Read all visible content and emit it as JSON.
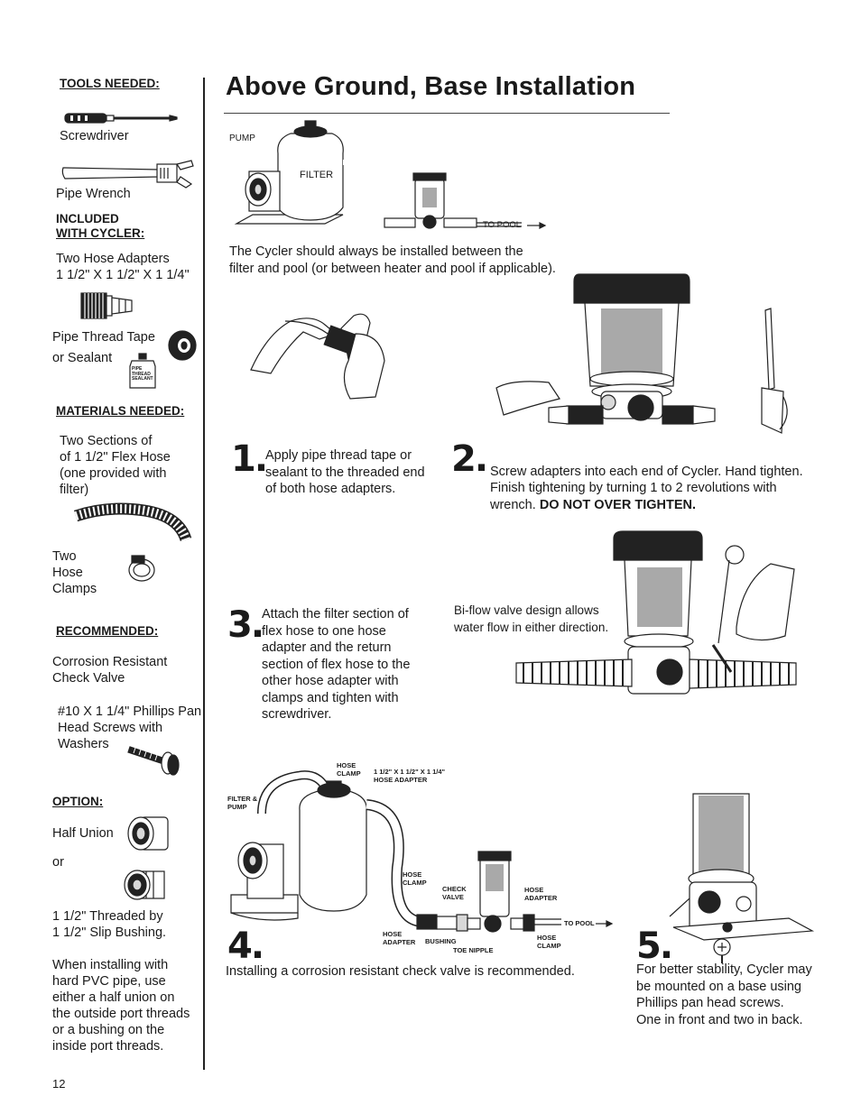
{
  "sidebar": {
    "tools_heading": "TOOLS NEEDED:",
    "screwdriver_label": "Screwdriver",
    "pipe_wrench_label": "Pipe Wrench",
    "included_heading_line1": "INCLUDED",
    "included_heading_line2": "WITH CYCLER:",
    "hose_adapters_text": "Two Hose Adapters\n1 1/2\" X 1 1/2\" X 1 1/4\"",
    "tape_label": "Pipe Thread Tape",
    "sealant_label": "or Sealant",
    "sealant_can_text": "PIPE\nTHREAD\nSEALANT",
    "materials_heading": "MATERIALS NEEDED:",
    "flex_hose_text": "Two Sections of\nof 1 1/2\" Flex Hose\n(one provided with\nfilter)",
    "hose_clamps_text": "Two\nHose\nClamps",
    "recommended_heading": "RECOMMENDED:",
    "check_valve_text": "Corrosion Resistant\nCheck Valve",
    "screws_text": "#10 X 1 1/4\" Phillips Pan\nHead Screws with\nWashers",
    "option_heading": "OPTION:",
    "half_union_label": "Half Union",
    "or_label": "or",
    "bushing_text": "1 1/2\" Threaded by\n1 1/2\" Slip Bushing.",
    "pvc_text": "When installing with\nhard PVC pipe, use\neither a half union on\nthe outside port threads\nor a bushing on the\ninside port threads.",
    "page_number": "12"
  },
  "main": {
    "title": "Above Ground, Base Installation",
    "top_diagram": {
      "pump_label": "PUMP",
      "filter_label": "FILTER",
      "to_pool_label": "TO POOL"
    },
    "intro_text": "The Cycler should always be installed between the\nfilter and pool (or between heater and pool if applicable).",
    "steps": [
      {
        "number": "1.",
        "text": "Apply pipe thread tape or\nsealant to the threaded end\nof both hose adapters."
      },
      {
        "number": "2.",
        "text_before": "Screw adapters into each end of Cycler. Hand tighten.\nFinish tightening by turning 1 to 2 revolutions with\nwrench. ",
        "text_bold": "DO NOT OVER TIGHTEN."
      },
      {
        "number": "3.",
        "text": "Attach the filter section of\nflex hose to one hose\nadapter and the return\nsection of flex hose to the\nother hose adapter with\nclamps and tighten with\nscrewdriver."
      },
      {
        "number": "4.",
        "text": "Installing a corrosion resistant check valve is recommended."
      },
      {
        "number": "5.",
        "text": "For better stability, Cycler may\nbe mounted on a base using\nPhillips pan head screws.\nOne in front and two in back."
      }
    ],
    "biflow_text": "Bi-flow valve design allows\nwater flow in either direction.",
    "step4_diagram": {
      "hose_clamp_top": "HOSE\nCLAMP",
      "hose_adapter_top": "1 1/2\" X  1 1/2\" X 1 1/4\"\nHOSE ADAPTER",
      "filter_pump": "FILTER &\nPUMP",
      "hose_clamp_mid": "HOSE\nCLAMP",
      "check_valve": "CHECK\nVALVE",
      "hose_adapter_right": "HOSE\nADAPTER",
      "to_pool": "TO POOL",
      "hose_adapter_bottom": "HOSE\nADAPTER",
      "bushing": "BUSHING",
      "toe_nipple": "TOE NIPPLE",
      "hose_clamp_right": "HOSE\nCLAMP"
    }
  }
}
